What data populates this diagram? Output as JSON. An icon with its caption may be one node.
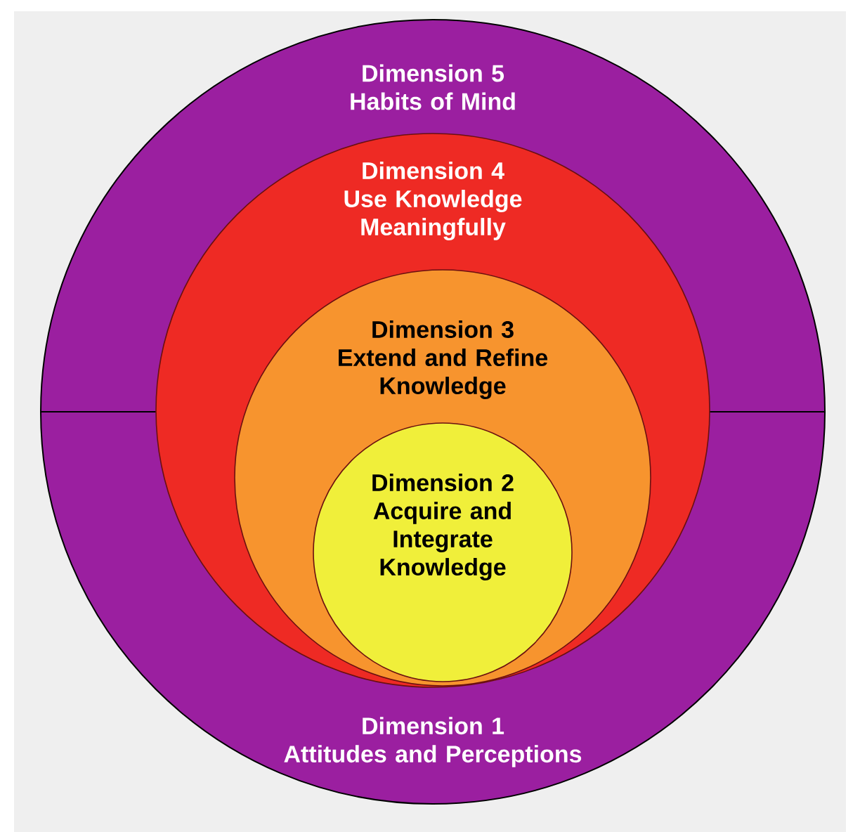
{
  "diagram": {
    "nodes": [
      {
        "text": [
          "Dimension 5",
          "Habits of Mind"
        ]
      },
      {
        "text": [
          "Dimension 4",
          "Use Knowledge Meaningfully"
        ]
      },
      {
        "text": [
          "Dimension 3",
          "Extend and Refine Knowledge"
        ],
        "in": 1
      },
      {
        "text": [
          "Dimension 2",
          "Acquire and Integrate Knowledge"
        ]
      },
      {
        "text": [
          "Dimension 1",
          "Attitudes and Perceptions"
        ]
      }
    ]
  }
}
